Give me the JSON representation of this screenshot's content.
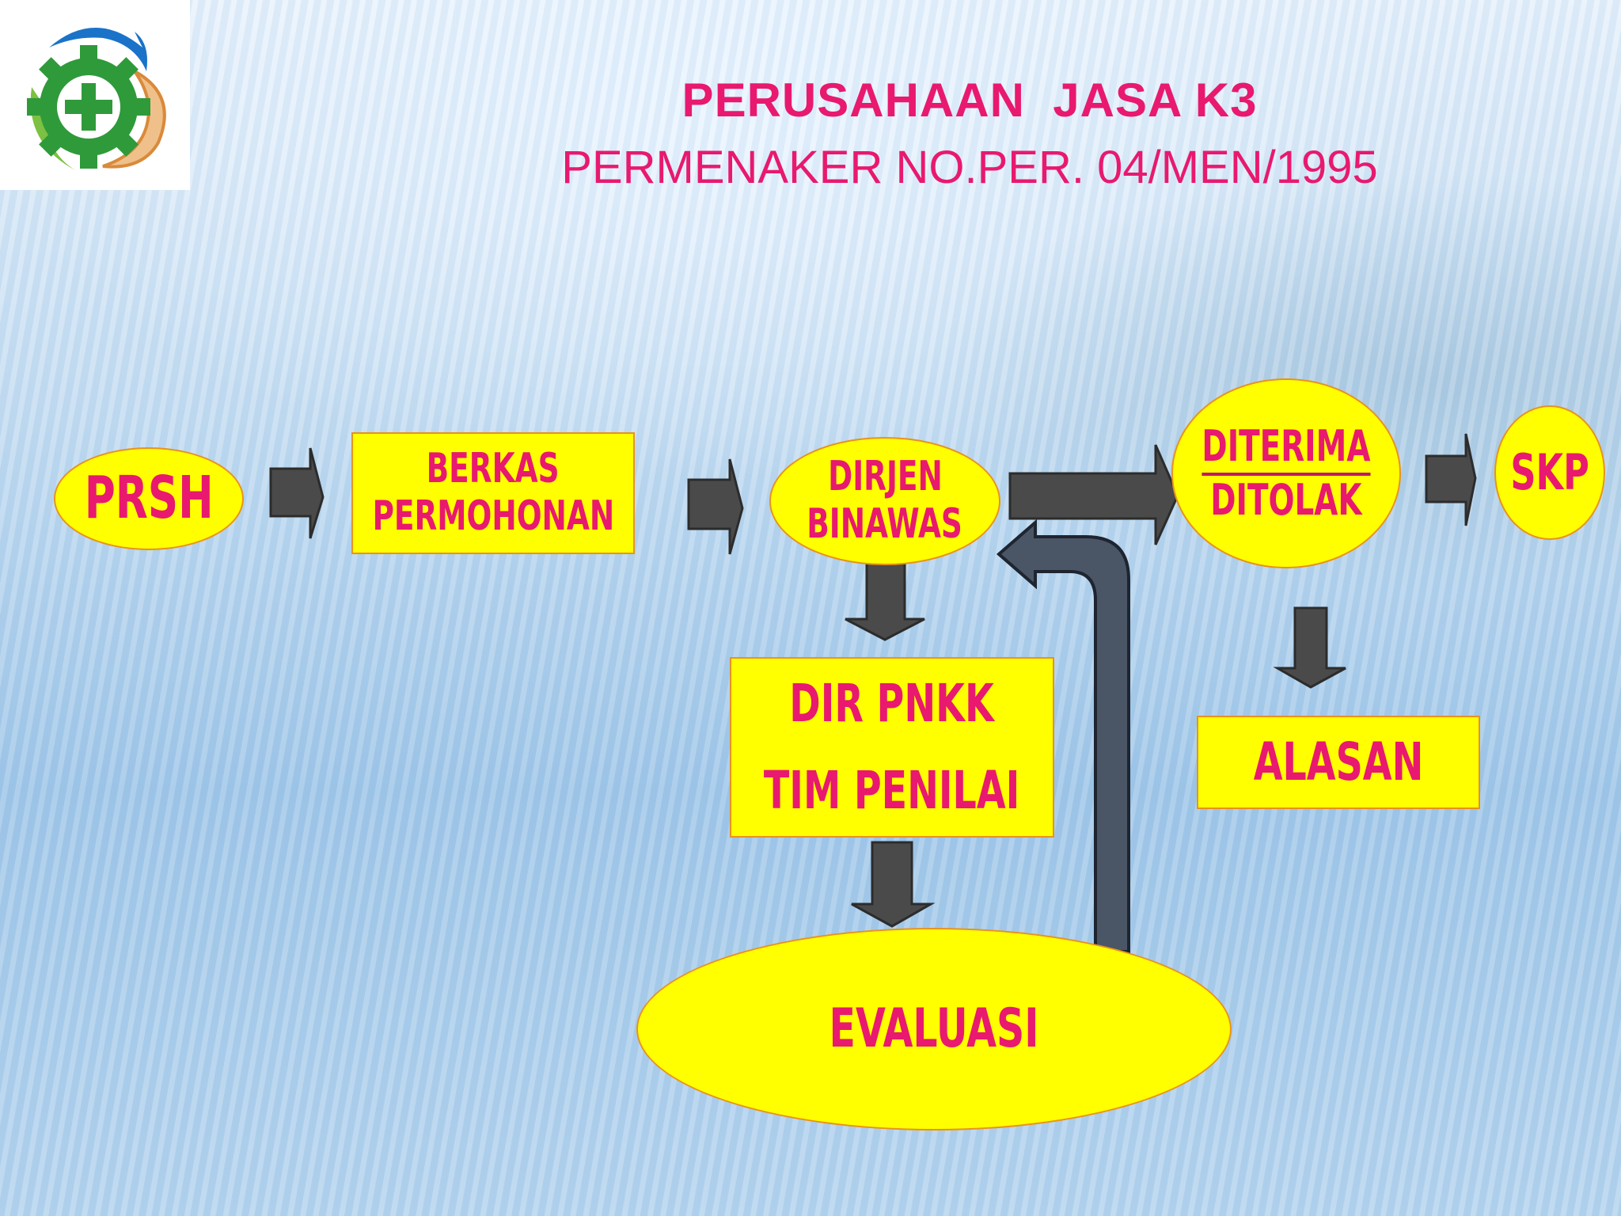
{
  "header": {
    "title": "PERUSAHAAN  JASA K3",
    "subtitle": "PERMENAKER NO.PER. 04/MEN/1995"
  },
  "nodes": {
    "prsh": "PRSH",
    "berkas": [
      "BERKAS",
      "PERMOHONAN"
    ],
    "dirjen": [
      "DIRJEN",
      "BINAWAS"
    ],
    "diterima": "DITERIMA",
    "ditolak": "DITOLAK",
    "skp": "SKP",
    "dir_pnkk": "DIR PNKK",
    "tim_penilai": "TIM PENILAI",
    "alasan": "ALASAN",
    "evaluasi": "EVALUASI"
  },
  "colors": {
    "node_fill": "#ffff00",
    "node_text": "#e8196f",
    "node_border": "#e8931b",
    "arrow_fill": "#4a4a4a",
    "return_arrow_fill": "#4a5566"
  },
  "logo": {
    "icon": "k3-gear-cross-logo-icon"
  }
}
